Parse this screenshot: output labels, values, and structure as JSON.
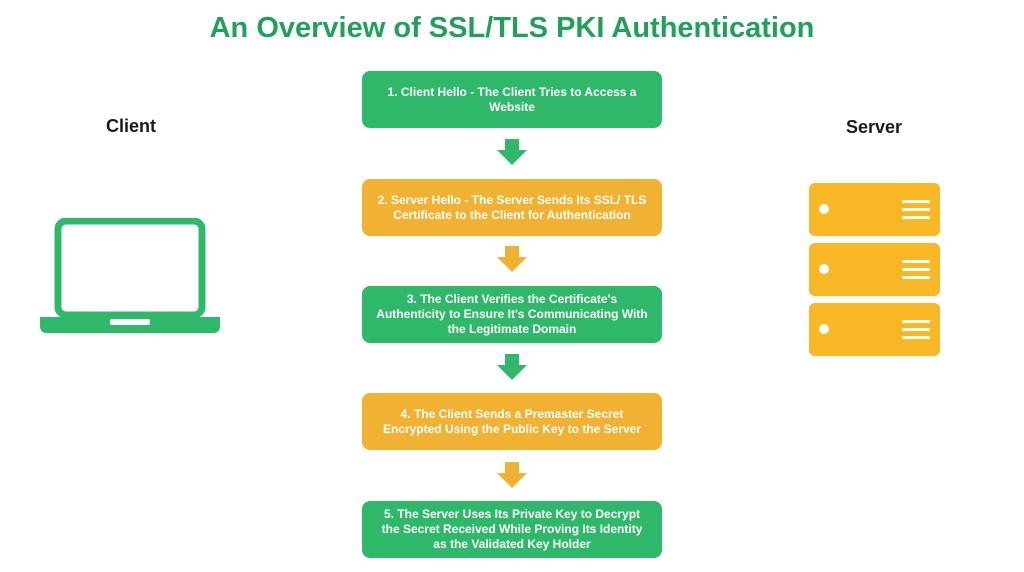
{
  "title": "An Overview of SSL/TLS PKI Authentication",
  "client_label": "Client",
  "server_label": "Server",
  "steps": [
    {
      "text": "1. Client Hello - The Client Tries to Access a Website",
      "color": "#2fb86a"
    },
    {
      "text": "2. Server Hello - The Server Sends Its SSL/ TLS Certificate to the Client for Authentication",
      "color": "#f1b234"
    },
    {
      "text": "3. The Client Verifies the Certificate's Authenticity to Ensure It's Communicating With the Legitimate Domain",
      "color": "#2fb86a"
    },
    {
      "text": "4. The Client Sends a Premaster Secret Encrypted Using the Public Key to the Server",
      "color": "#f1b234"
    },
    {
      "text": "5. The Server Uses Its Private Key to Decrypt the Secret Received While Proving Its Identity as the Validated Key Holder",
      "color": "#2fb86a"
    }
  ],
  "colors": {
    "title": "#20a05a",
    "green": "#2fb86a",
    "orange": "#f1b234",
    "server": "#f8b825"
  },
  "icons": {
    "client": "laptop-icon",
    "server": "server-rack-icon",
    "flow": "arrow-down-icon"
  }
}
